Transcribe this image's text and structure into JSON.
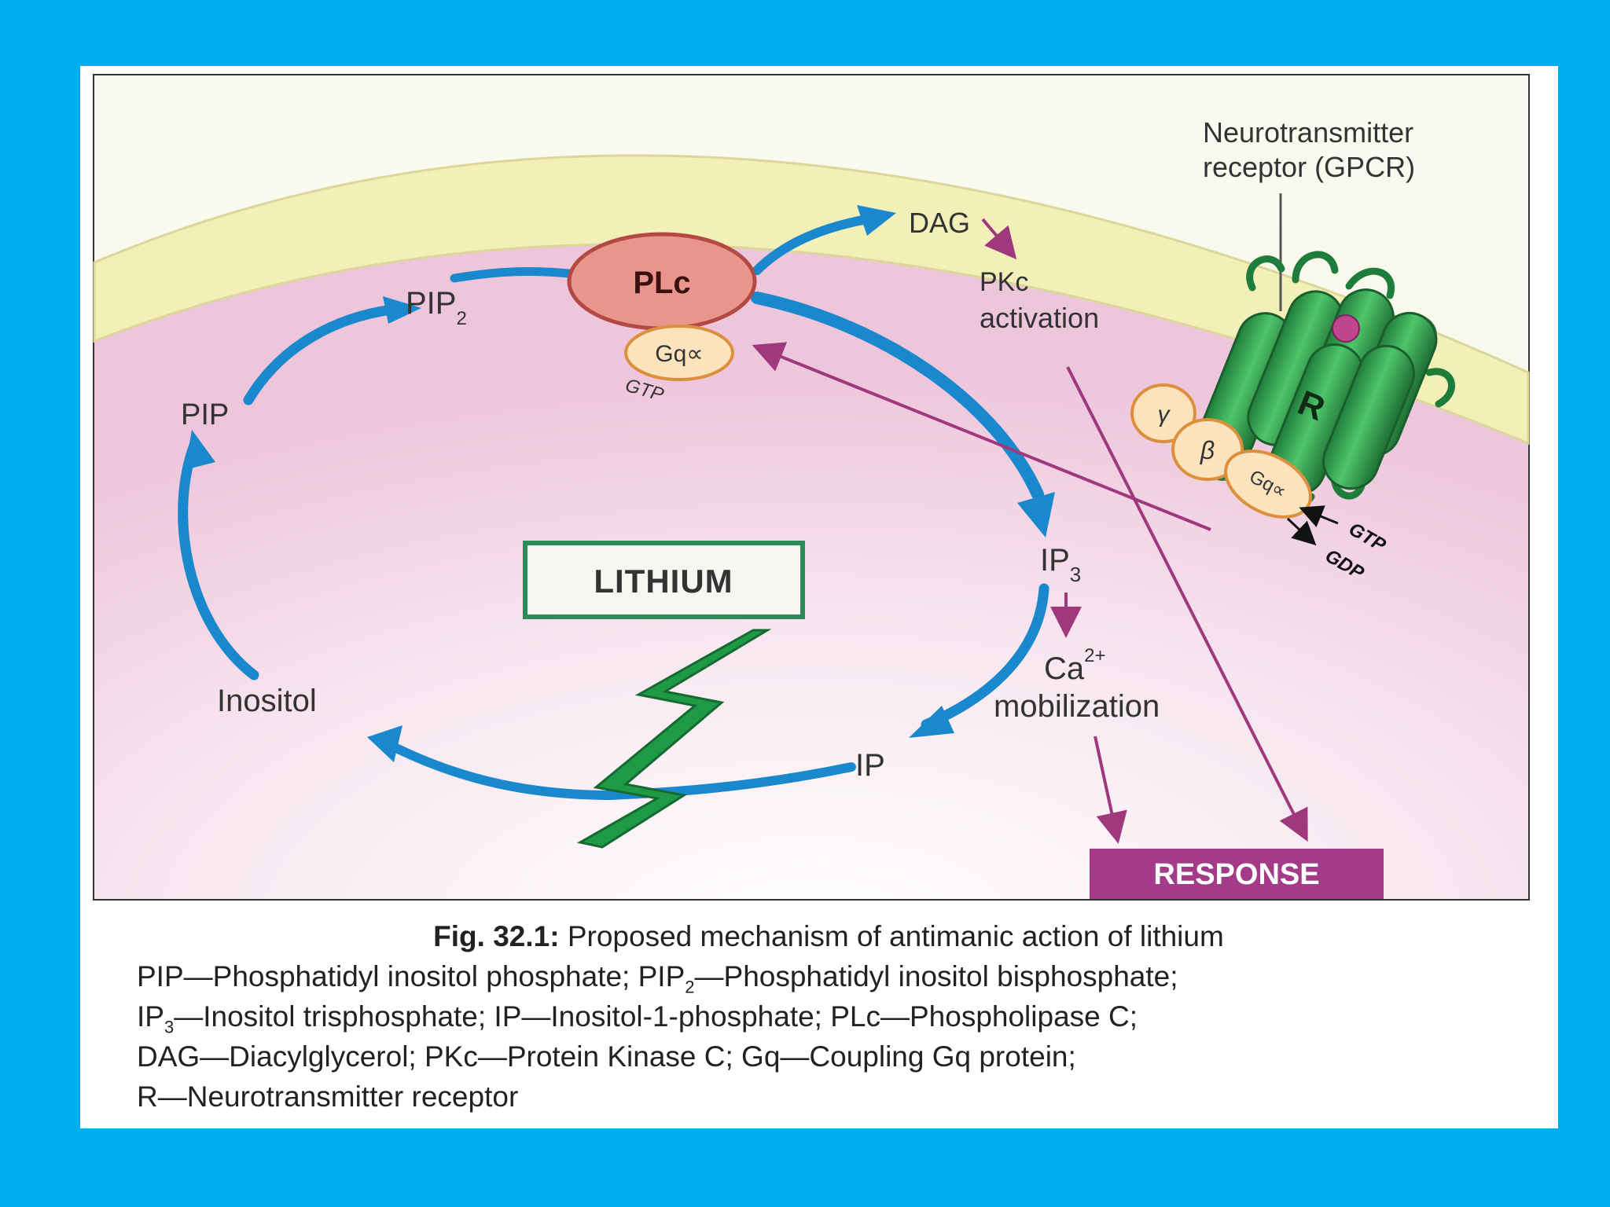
{
  "diagram": {
    "labels": {
      "receptor_title": "Neurotransmitter",
      "receptor_title2": "receptor (GPCR)",
      "dag": "DAG",
      "pkc": "PKc",
      "pkc_activation": "activation",
      "plc": "PLc",
      "gq_plc": "Gq∝",
      "gtp_plc": "GTP",
      "pip2": "PIP",
      "pip2_sub": "2",
      "pip": "PIP",
      "ip3": "IP",
      "ip3_sub": "3",
      "ca": "Ca",
      "ca_sup": "2+",
      "mobilization": "mobilization",
      "inositol": "Inositol",
      "ip": "IP",
      "lithium": "LITHIUM",
      "response": "RESPONSE",
      "receptor": "R",
      "gamma": "γ",
      "beta": "β",
      "gq_receptor": "Gq∝",
      "gtp_receptor": "GTP",
      "gdp_receptor": "GDP"
    },
    "colors": {
      "background": "#00adef",
      "membrane": "#f2efb8",
      "cytoplasm": "#f3d2e3",
      "cycle_arrow": "#1a88cc",
      "signal_arrow": "#a0387e",
      "plc_fill": "#e8968c",
      "gq_fill": "#fbe3bd",
      "lithium_bolt": "#1e9a46",
      "receptor": "#2f9a4a",
      "response_box": "#a33b88"
    }
  },
  "caption": {
    "fig_number": "Fig. 32.1:",
    "fig_title": " Proposed mechanism of antimanic action of lithium",
    "line1_a": "PIP—Phosphatidyl inositol phosphate; PIP",
    "line1_sub": "2",
    "line1_b": "—Phosphatidyl inositol bisphosphate;",
    "line2_a": "IP",
    "line2_sub": "3",
    "line2_b": "—Inositol trisphosphate; IP—Inositol-1-phosphate; PLc—Phospholipase C;",
    "line3": "DAG—Diacylglycerol; PKc—Protein Kinase C; Gq—Coupling Gq protein;",
    "line4": "R—Neurotransmitter receptor"
  }
}
